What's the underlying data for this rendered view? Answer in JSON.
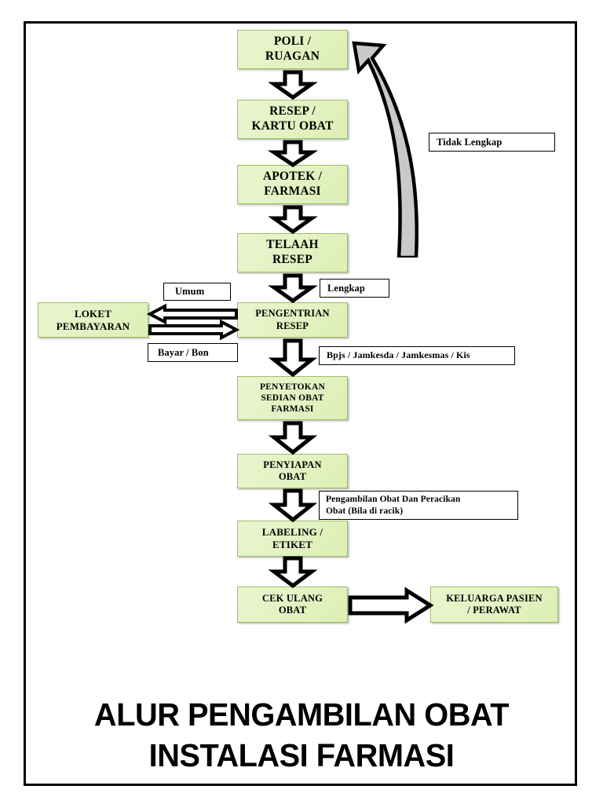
{
  "document": {
    "title_lines": "ALUR PENGAMBILAN OBAT\nINSTALASI FARMASI",
    "frame": "printed-border"
  },
  "flowchart": {
    "type": "process-flow-diagram",
    "orientation": "top-to-bottom",
    "colors": {
      "node_fill": "#e5f3c6",
      "node_border": "#9fbf63",
      "arrow_fill": "#ffffff",
      "arrow_stroke": "#000000",
      "curve_band_fill": "#c9c9c9",
      "frame": "#000000",
      "text": "#000000"
    },
    "nodes": [
      {
        "id": "poli",
        "label": "POLI /\nRUAGAN"
      },
      {
        "id": "resep",
        "label": "RESEP /\nKARTU OBAT"
      },
      {
        "id": "apotek",
        "label": "APOTEK /\nFARMASI"
      },
      {
        "id": "telaah",
        "label": "TELAAH\nRESEP"
      },
      {
        "id": "pengentrian",
        "label": "PENGENTRIAN\nRESEP"
      },
      {
        "id": "loket",
        "label": "LOKET\nPEMBAYARAN"
      },
      {
        "id": "penyetokan",
        "label": "PENYETOKAN\nSEDIAN OBAT\nFARMASI"
      },
      {
        "id": "penyiapan",
        "label": "PENYIAPAN\nOBAT"
      },
      {
        "id": "labeling",
        "label": "LABELING /\nETIKET"
      },
      {
        "id": "cekulang",
        "label": "CEK ULANG\nOBAT"
      },
      {
        "id": "keluarga",
        "label": "KELUARGA PASIEN\n/ PERAWAT"
      }
    ],
    "edge_labels": [
      {
        "id": "tidak-lengkap",
        "text": "Tidak Lengkap"
      },
      {
        "id": "lengkap",
        "text": "Lengkap"
      },
      {
        "id": "umum",
        "text": "Umum"
      },
      {
        "id": "bayar-bon",
        "text": "Bayar / Bon"
      },
      {
        "id": "bpjs",
        "text": "Bpjs / Jamkesda / Jamkesmas / Kis"
      },
      {
        "id": "pengambilan",
        "text": "Pengambilan Obat Dan Peracikan\nObat (Bila di racik)"
      }
    ],
    "connectors": [
      {
        "id": "poli-to-resep",
        "shape": "block-arrow-down"
      },
      {
        "id": "resep-to-apotek",
        "shape": "block-arrow-down"
      },
      {
        "id": "apotek-to-telaah",
        "shape": "block-arrow-down"
      },
      {
        "id": "telaah-to-poli",
        "shape": "curved-block-arrow-up-left",
        "label": "Tidak Lengkap"
      },
      {
        "id": "telaah-to-pengentrian",
        "shape": "block-arrow-down",
        "label": "Lengkap"
      },
      {
        "id": "pengentrian-to-loket",
        "shape": "block-arrow-left",
        "label": "Umum"
      },
      {
        "id": "loket-to-pengentrian",
        "shape": "block-arrow-right",
        "label": "Bayar / Bon"
      },
      {
        "id": "pengentrian-to-penyetokan",
        "shape": "block-arrow-down",
        "label": "Bpjs / Jamkesda / Jamkesmas / Kis"
      },
      {
        "id": "penyetokan-to-penyiapan",
        "shape": "block-arrow-down"
      },
      {
        "id": "penyiapan-to-labeling",
        "shape": "block-arrow-down",
        "label": "Pengambilan Obat Dan Peracikan Obat (Bila di racik)"
      },
      {
        "id": "labeling-to-cekulang",
        "shape": "block-arrow-down"
      },
      {
        "id": "cekulang-to-keluarga",
        "shape": "block-arrow-right"
      }
    ]
  }
}
